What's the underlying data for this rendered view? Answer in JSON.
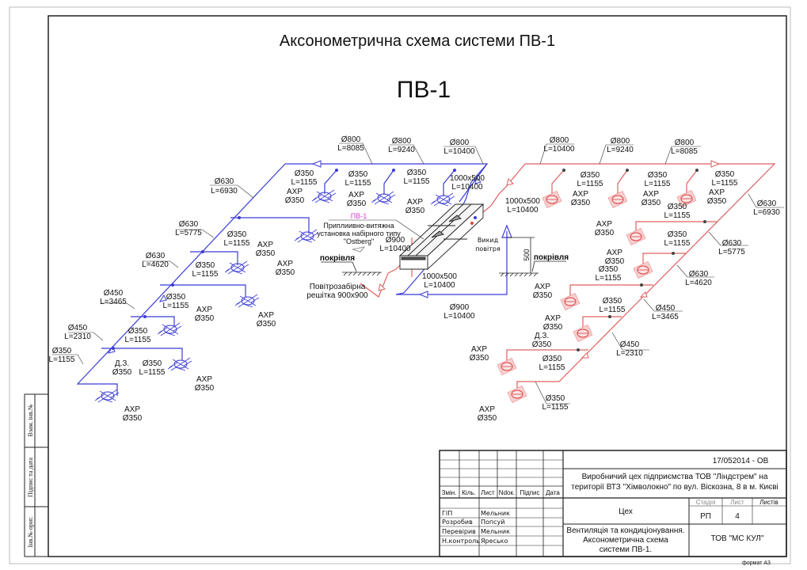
{
  "drawing": {
    "title": "Аксонометрична схема системи ПВ-1",
    "system_name": "ПВ-1",
    "colors": {
      "supply": "#3b3bd6",
      "exhaust": "#e06060",
      "frame": "#222222",
      "leader": "#666666",
      "unit_label": "#d63bd6"
    }
  },
  "blue_main": [
    {
      "d": "Ø800",
      "l": "L=8085"
    },
    {
      "d": "Ø800",
      "l": "L=9240"
    },
    {
      "d": "Ø800",
      "l": "L=10400"
    },
    {
      "d": "Ø630",
      "l": "L=6930"
    },
    {
      "d": "Ø630",
      "l": "L=5775"
    },
    {
      "d": "Ø630",
      "l": "L=4620"
    },
    {
      "d": "Ø450",
      "l": "L=3465"
    },
    {
      "d": "Ø450",
      "l": "L=2310"
    },
    {
      "d": "Ø350",
      "l": "L=1155"
    }
  ],
  "red_main": [
    {
      "d": "Ø800",
      "l": "L=10400"
    },
    {
      "d": "Ø800",
      "l": "L=9240"
    },
    {
      "d": "Ø800",
      "l": "L=8085"
    },
    {
      "d": "Ø630",
      "l": "L=6930"
    },
    {
      "d": "Ø630",
      "l": "L=5775"
    },
    {
      "d": "Ø630",
      "l": "L=4620"
    },
    {
      "d": "Ø450",
      "l": "L=3465"
    },
    {
      "d": "Ø450",
      "l": "L=2310"
    },
    {
      "d": "Ø350",
      "l": "L=1155"
    }
  ],
  "branch": {
    "d": "Ø350",
    "l": "L=1155"
  },
  "diffuser": {
    "type": "АХР",
    "d": "Ø350"
  },
  "damper": {
    "type": "Д.З.",
    "d": "Ø350"
  },
  "ducts": {
    "rect_blue": {
      "size": "1000x500",
      "l": "L=10400"
    },
    "rect_red": {
      "size": "1000x500",
      "l": "L=10400"
    },
    "rect_lower": {
      "size": "1000x500",
      "l": "L=10400"
    },
    "round_intake": {
      "d": "Ø900",
      "l": "L=10400"
    },
    "round_lower": {
      "d": "Ø900",
      "l": "L=10400"
    }
  },
  "unit": {
    "tag": "ПВ-1",
    "desc_line1": "Приплиивно-витяжна",
    "desc_line2": "установка набірного типу",
    "desc_line3": "\"Ostberg\""
  },
  "labels": {
    "roof_left": "покрівля",
    "roof_right": "покрівля",
    "intake_line1": "Повітрозабірна",
    "intake_line2": "решітка 900х900",
    "exhaust_line1": "Викид",
    "exhaust_line2": "повітря",
    "height_dim": "500"
  },
  "side_stamp": {
    "cell1": "Взам. інв.№",
    "cell2": "Підпис та дата",
    "cell3": "Інв.№ ориг."
  },
  "title_block": {
    "doc_code": "17/052014 - ОВ",
    "project_line1": "Виробничий цех підприємства ТОВ \"Ліндстрем\" на",
    "project_line2": "території ВТЗ \"Хімволокно\" по вул. Віскозна, 8 в м. Києві",
    "col_headers": [
      "Змін.",
      "Кіль.",
      "Лист",
      "Ndок.",
      "Підпис",
      "Дата"
    ],
    "roles": [
      {
        "role": "ГІП",
        "name": "Мельник"
      },
      {
        "role": "Розробив",
        "name": "Попсуй"
      },
      {
        "role": "Перевірив",
        "name": "Мельник"
      },
      {
        "role": "Н.контроль",
        "name": "Яресько"
      }
    ],
    "building": "Цех",
    "stage_header": "Стадія",
    "sheet_header": "Лист",
    "sheets_header": "Листів",
    "stage": "РП",
    "sheet": "4",
    "sheets": "",
    "sheet_title_line1": "Вентиляція та кондиціонування.",
    "sheet_title_line2": "Аксонометрична схема",
    "sheet_title_line3": "системи ПВ-1.",
    "company": "ТОВ \"МС КУЛ\"",
    "format": "формат А3"
  }
}
